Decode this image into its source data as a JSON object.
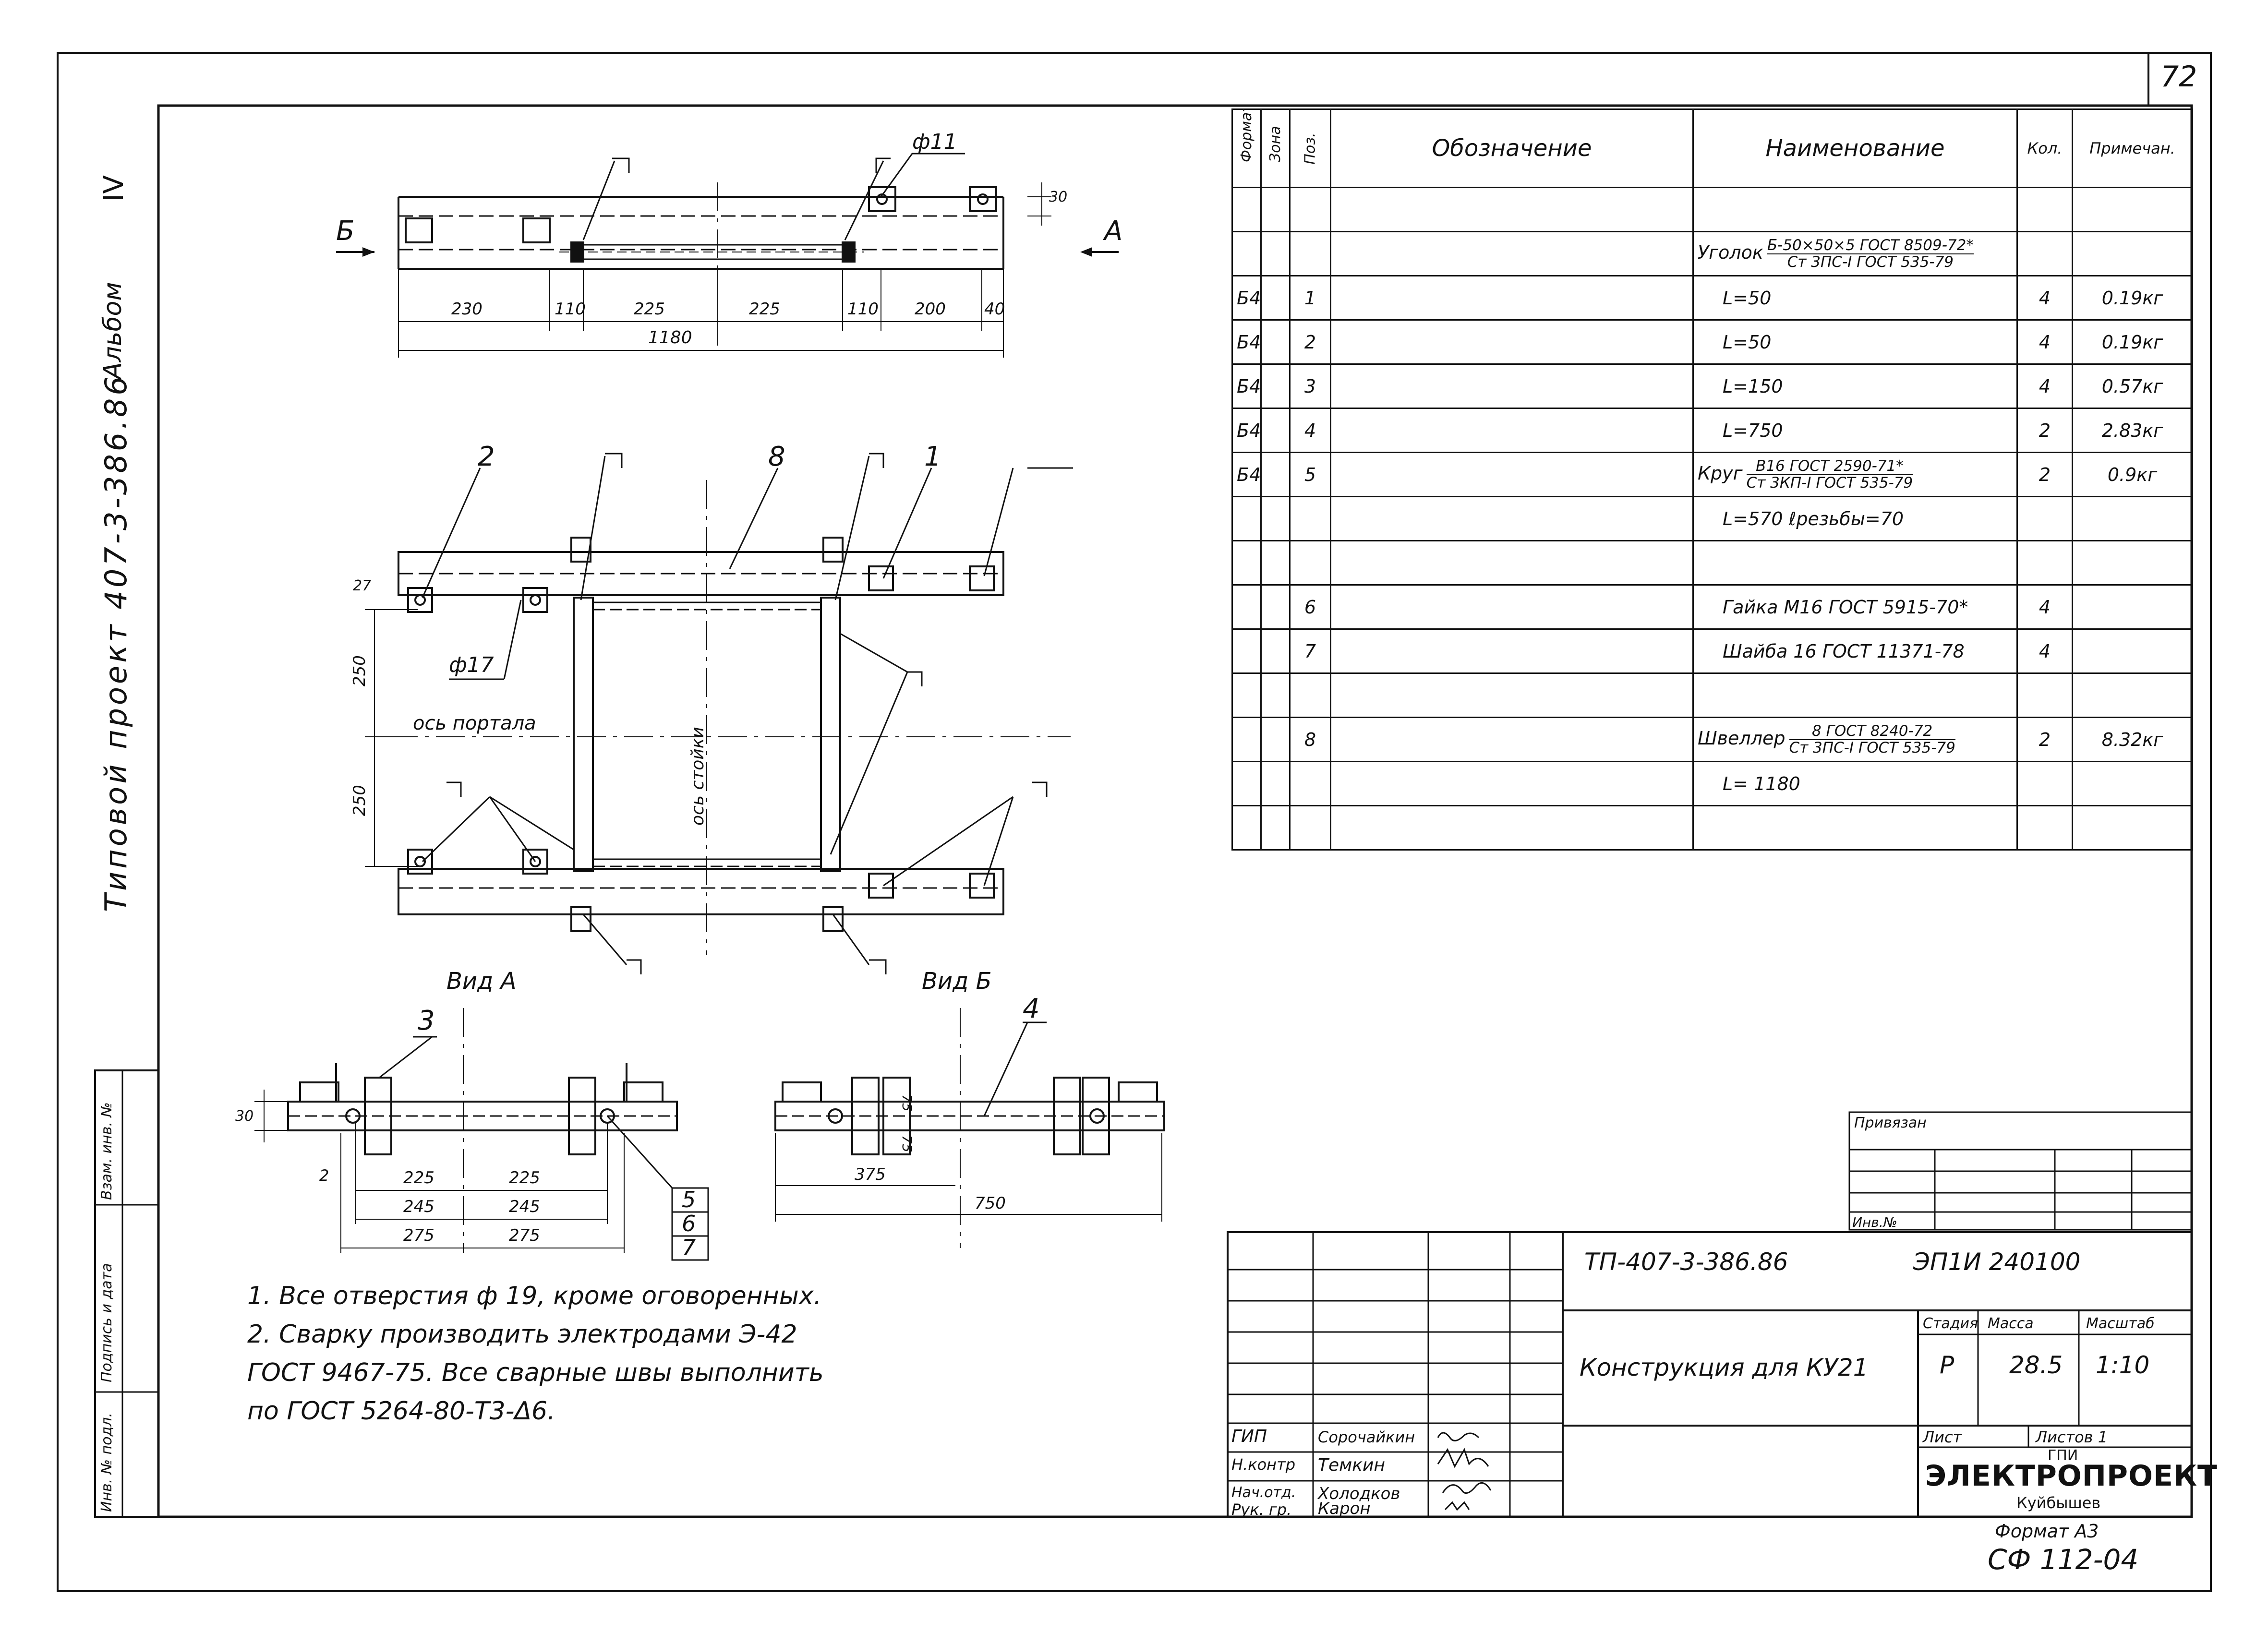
{
  "sheet_number": "72",
  "side_stamp": {
    "project": "Типовой проект 407-3-386.86",
    "album_label": "Альбом",
    "album_value": "IV",
    "fields": [
      "Взам. инв. №",
      "Подпись и дата",
      "Инв. № подл."
    ]
  },
  "drawing": {
    "labels": {
      "arrow_b": "Б",
      "arrow_a": "А",
      "dia_hole_top": "ф11",
      "dim_30": "30",
      "dims_top": [
        "230",
        "110",
        "225",
        "225",
        "110",
        "200",
        "40"
      ],
      "dim_total": "1180",
      "pos_labels": [
        "2",
        "8",
        "1"
      ],
      "dia_hole_plan": "ф17",
      "dim_27": "27",
      "dim_250_top": "250",
      "dim_250_bottom": "250",
      "axis_portal": "ось портала",
      "axis_post": "ось стойки",
      "view_a": "Вид А",
      "view_b": "Вид Б",
      "view_a_pos": "3",
      "view_a_dims": [
        "2",
        "225",
        "225",
        "245",
        "245",
        "275",
        "275",
        "30"
      ],
      "view_a_callouts": [
        "5",
        "6",
        "7"
      ],
      "view_b_pos": "4",
      "view_b_dims": [
        "75",
        "75",
        "375",
        "750"
      ]
    }
  },
  "spec_table": {
    "headers": {
      "format": "Формат",
      "zone": "Зона",
      "pos": "Поз.",
      "designation": "Обозначение",
      "name": "Наименование",
      "qty": "Кол.",
      "note": "Примечан."
    },
    "rows": [
      {
        "fmt": "",
        "pos": "",
        "name_prefix": "",
        "name_top": "",
        "name_bottom": "",
        "name": "",
        "qty": "",
        "note": ""
      },
      {
        "fmt": "",
        "pos": "",
        "name_prefix": "Уголок",
        "name_top": "Б-50×50×5 ГОСТ 8509-72*",
        "name_bottom": "Ст 3ПС-I ГОСТ 535-79",
        "name": "",
        "qty": "",
        "note": ""
      },
      {
        "fmt": "Б4",
        "pos": "1",
        "name_prefix": "",
        "name_top": "",
        "name_bottom": "",
        "name": "L=50",
        "qty": "4",
        "note": "0.19кг"
      },
      {
        "fmt": "Б4",
        "pos": "2",
        "name_prefix": "",
        "name_top": "",
        "name_bottom": "",
        "name": "L=50",
        "qty": "4",
        "note": "0.19кг"
      },
      {
        "fmt": "Б4",
        "pos": "3",
        "name_prefix": "",
        "name_top": "",
        "name_bottom": "",
        "name": "L=150",
        "qty": "4",
        "note": "0.57кг"
      },
      {
        "fmt": "Б4",
        "pos": "4",
        "name_prefix": "",
        "name_top": "",
        "name_bottom": "",
        "name": "L=750",
        "qty": "2",
        "note": "2.83кг"
      },
      {
        "fmt": "Б4",
        "pos": "5",
        "name_prefix": "Круг",
        "name_top": "В16 ГОСТ 2590-71*",
        "name_bottom": "Ст 3КП-I ГОСТ 535-79",
        "name": "",
        "qty": "2",
        "note": "0.9кг"
      },
      {
        "fmt": "",
        "pos": "",
        "name_prefix": "",
        "name_top": "",
        "name_bottom": "",
        "name": "L=570  ℓрезьбы=70",
        "qty": "",
        "note": ""
      },
      {
        "fmt": "",
        "pos": "",
        "name_prefix": "",
        "name_top": "",
        "name_bottom": "",
        "name": "",
        "qty": "",
        "note": ""
      },
      {
        "fmt": "",
        "pos": "6",
        "name_prefix": "",
        "name_top": "",
        "name_bottom": "",
        "name": "Гайка М16  ГОСТ 5915-70*",
        "qty": "4",
        "note": ""
      },
      {
        "fmt": "",
        "pos": "7",
        "name_prefix": "",
        "name_top": "",
        "name_bottom": "",
        "name": "Шайба 16  ГОСТ 11371-78",
        "qty": "4",
        "note": ""
      },
      {
        "fmt": "",
        "pos": "",
        "name_prefix": "",
        "name_top": "",
        "name_bottom": "",
        "name": "",
        "qty": "",
        "note": ""
      },
      {
        "fmt": "",
        "pos": "8",
        "name_prefix": "Швеллер",
        "name_top": "8 ГОСТ 8240-72",
        "name_bottom": "Ст 3ПС-I ГОСТ 535-79",
        "name": "",
        "qty": "2",
        "note": "8.32кг"
      },
      {
        "fmt": "",
        "pos": "",
        "name_prefix": "",
        "name_top": "",
        "name_bottom": "",
        "name": "L= 1180",
        "qty": "",
        "note": ""
      },
      {
        "fmt": "",
        "pos": "",
        "name_prefix": "",
        "name_top": "",
        "name_bottom": "",
        "name": "",
        "qty": "",
        "note": ""
      }
    ]
  },
  "notes": [
    "1. Все отверстия ф 19, кроме оговоренных.",
    "2. Сварку производить электродами Э-42",
    "ГОСТ 9467-75. Все сварные швы выполнить",
    "по ГОСТ 5264-80-Т3-Δ6."
  ],
  "privyazan": {
    "label": "Привязан",
    "inv_label": "Инв.№"
  },
  "title_block": {
    "doc_code": "ТП-407-3-386.86",
    "drawing_code": "ЭП1И 240100",
    "title": "Конструкция для КУ21",
    "stage_label": "Стадия",
    "mass_label": "Масса",
    "scale_label": "Масштаб",
    "stage": "Р",
    "mass": "28.5",
    "scale": "1:10",
    "sheet_label": "Лист",
    "sheets_label": "Листов 1",
    "org_small": "ГПИ",
    "org": "ЭЛЕКТРОПРОЕКТ",
    "city": "Куйбышев",
    "signers": [
      {
        "role": "ГИП",
        "name": "Сорочайкин"
      },
      {
        "role": "Н.контр",
        "name": "Темкин"
      },
      {
        "role": "Нач.отд.",
        "name": "Холодков"
      },
      {
        "role": "Рук. гр.",
        "name": "Карон"
      }
    ],
    "format": "Формат А3",
    "code": "СФ 112-04"
  }
}
